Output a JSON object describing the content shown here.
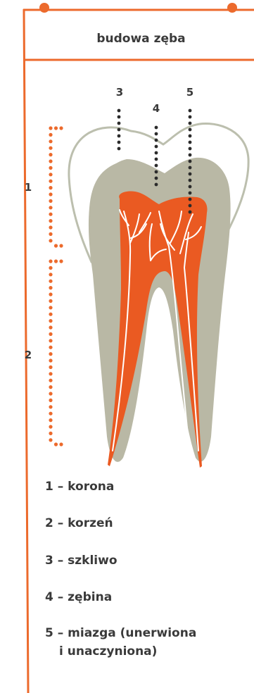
{
  "title": "budowa zęba",
  "markers": {
    "m1": "1",
    "m2": "2",
    "m3": "3",
    "m4": "4",
    "m5": "5"
  },
  "legend": [
    {
      "label": "1 – korona"
    },
    {
      "label": "2 – korzeń"
    },
    {
      "label": "3 – szkliwo"
    },
    {
      "label": "4 – zębina"
    },
    {
      "label": "5 – miazga (unerwiona",
      "label_cont": "i unaczyniona)"
    }
  ],
  "colors": {
    "frame": "#ec6a2c",
    "enamel_outline": "#bcbfae",
    "dentin": "#b9b8a5",
    "pulp": "#ea5a22",
    "nerve": "#ffffff",
    "marker_dots_orange": "#ec6a2c",
    "marker_dots_dark": "#2b2b2b",
    "text": "#3a3a3a"
  }
}
